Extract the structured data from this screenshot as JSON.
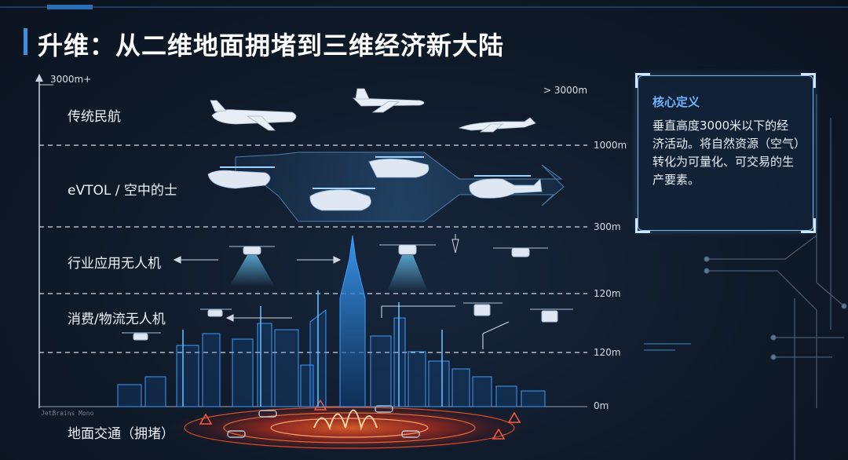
{
  "title": "升维：从二维地面拥堵到三维经济新大陆",
  "levels": [
    {
      "label": "传统民航"
    },
    {
      "label": "eVTOL / 空中的士"
    },
    {
      "label": "行业应用无人机"
    },
    {
      "label": "消费/物流无人机"
    },
    {
      "label": "地面交通（拥堵）"
    }
  ],
  "altitudes": {
    "top": "3000m+",
    "above": "> 3000m",
    "a1000": "1000m",
    "a300": "300m",
    "a120a": "120m",
    "a120b": "120m",
    "a0": "0m"
  },
  "font_caption": "JetBrains Mono",
  "panel": {
    "head": "核心定义",
    "body": "垂直高度3000米以下的经济活动。将自然资源（空气）转化为可量化、可交易的生产要素。"
  },
  "colors": {
    "accent": "#3d8fe0",
    "panel_title": "#6fb4ff",
    "ground_glow": "#ff4a1f",
    "city": "#2f8fff"
  }
}
